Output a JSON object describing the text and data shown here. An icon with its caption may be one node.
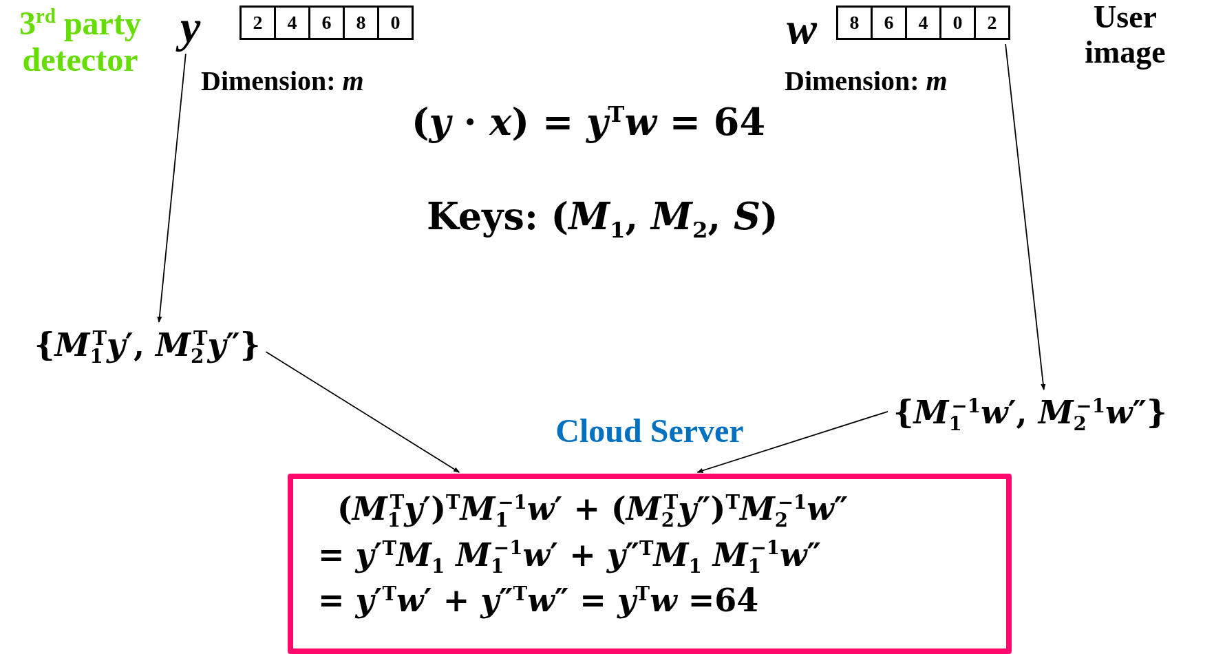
{
  "diagram": {
    "nodes": [
      {
        "text": [
          "y"
        ]
      },
      {
        "text": [
          "2",
          "4",
          "6",
          "8",
          "0"
        ]
      },
      {
        "text": [
          "w"
        ]
      },
      {
        "text": [
          "8",
          "6",
          "4",
          "0",
          "2"
        ]
      },
      {
        "text": [
          "{*M*$_{1}$$^{T}$*y*′, *M*$_{2}$$^{T}$*y*″}"
        ]
      },
      {
        "text": [
          "{*M*$_{1}$$^{−1}$*w*′, *M*$_{2}$$^{−1}$*w*″}"
        ]
      },
      {
        "text": [
          "Cloud Server",
          "(*M*$_{1}$$^{T}$*y*′)$^{T}$*M*$_{1}$$^{−1}$*w*′ + (*M*$_{2}$$^{T}$*y*″)$^{T}$*M*$_{2}$$^{−1}$*w*″",
          "= *y*′$^{T}$*M*$_{1}$ *M*$_{1}$$^{−1}$*w*′ + *y*″$^{T}$*M*$_{1}$ *M*$_{1}$$^{−1}$*w*″",
          "= *y*′$^{T}$*w*′ + *y*″$^{T}$*w*″ = *y*$^{T}$*w* =64"
        ]
      }
    ],
    "edges": [
      {
        "from": 0,
        "to": 4,
        "arrow": "to"
      },
      {
        "from": 3,
        "to": 5,
        "arrow": "to"
      },
      {
        "from": 4,
        "to": 6,
        "arrow": "to"
      },
      {
        "from": 5,
        "to": 6,
        "arrow": "to"
      }
    ],
    "labels": [
      "3$^{rd}$ party detector",
      "Dimension: *m*",
      "Dimension: *m*",
      "User image",
      "(*y* · *x*) = *y*$^{T}$*w* = 64",
      "Keys: (*M*$_{1}$, *M*$_{2}$, *S*)"
    ]
  }
}
